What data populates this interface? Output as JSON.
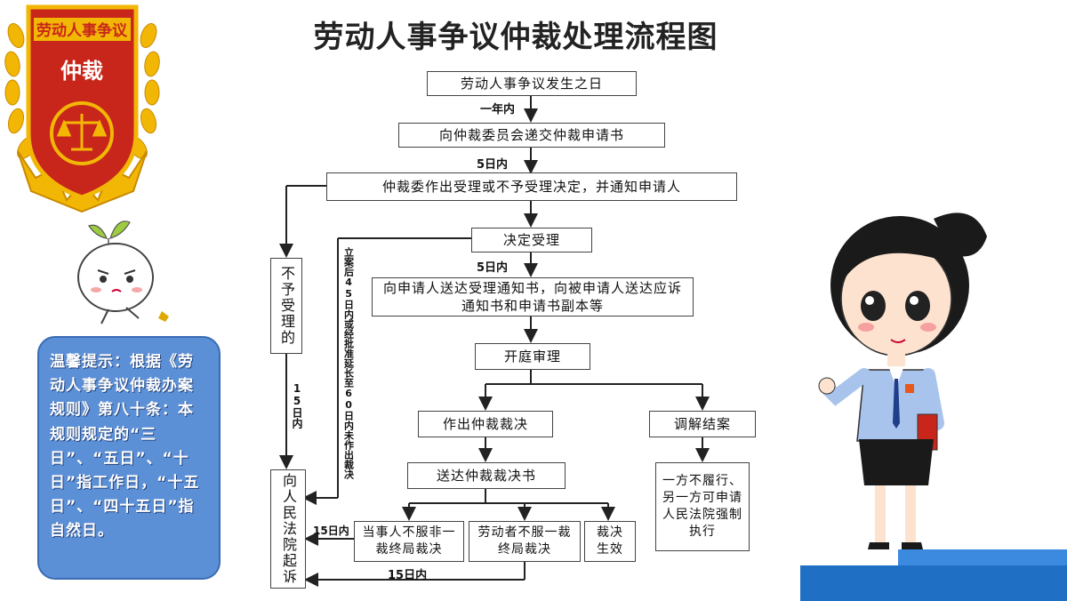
{
  "title": "劳动人事争议仲裁处理流程图",
  "badge": {
    "top_text": "劳动人事争议",
    "main_text": "仲裁"
  },
  "note_text": "温馨提示：根据《劳动人事争议仲裁办案规则》第八十条：本规则规定的“三日”、“五日”、“十日”指工作日，“十五日”、“四十五日”指自然日。",
  "flow": {
    "n1": "劳动人事争议发生之日",
    "e1": "一年内",
    "n2": "向仲裁委员会递交仲裁申请书",
    "e2": "5日内",
    "n3": "仲裁委作出受理或不予受理决定，并通知申请人",
    "n4": "决定受理",
    "e3": "5日内",
    "n5": "向申请人送达受理通知书，向被申请人送达应诉通知书和申请书副本等",
    "n6": "开庭审理",
    "n7": "作出仲裁裁决",
    "n8": "调解结案",
    "n9": "送达仲裁裁决书",
    "n10": "当事人不服非一裁终局裁决",
    "n11": "劳动者不服一裁终局裁决",
    "n12": "裁决生效",
    "n13": "一方不履行、另一方可申请人民法院强制执行",
    "left1": "不予受理的",
    "e_left": "15日内",
    "court": "向人民法院起诉",
    "e_note": "立案后45日内或经批准延长至60日内未作出裁决",
    "e_n10": "15日内",
    "e_bottom": "15日内"
  },
  "colors": {
    "note_bg": "#5b8fd6",
    "badge_red": "#c8261b",
    "badge_gold": "#f2b705",
    "floor_blue": "#1f6fc4"
  }
}
